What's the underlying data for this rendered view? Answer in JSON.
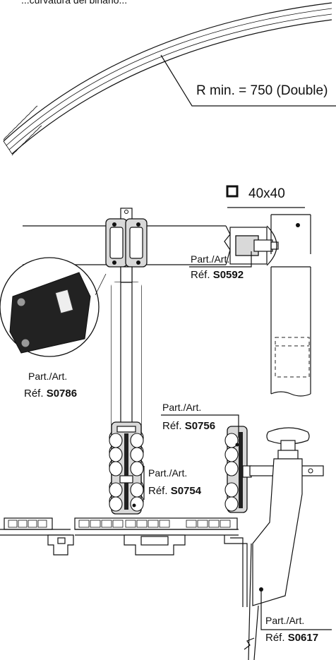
{
  "labels": {
    "top_caption_partial": "...curvatura del binario...",
    "radius_note": "R min. = 750 (Double)",
    "profile_size": "40x40"
  },
  "parts": [
    {
      "prefix": "Part./Art.",
      "ref_prefix": "Réf.",
      "code": "S0592"
    },
    {
      "prefix": "Part./Art.",
      "ref_prefix": "Réf.",
      "code": "S0786"
    },
    {
      "prefix": "Part./Art.",
      "ref_prefix": "Réf.",
      "code": "S0756"
    },
    {
      "prefix": "Part./Art.",
      "ref_prefix": "Réf.",
      "code": "S0754"
    },
    {
      "prefix": "Part./Art.",
      "ref_prefix": "Réf.",
      "code": "S0617"
    }
  ],
  "colors": {
    "line": "#111111",
    "part_fill": "#d9d9d9",
    "photo_part": "#222222"
  }
}
